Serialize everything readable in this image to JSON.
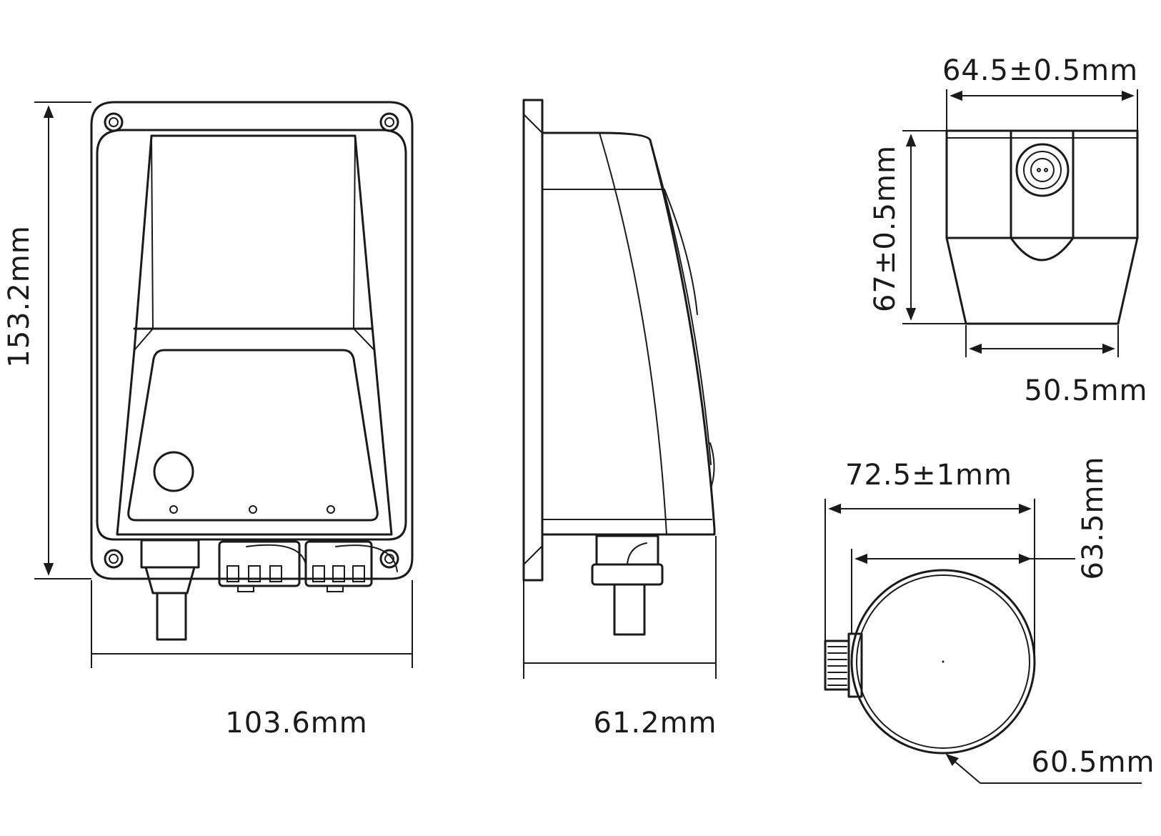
{
  "views": {
    "front": {
      "height_label": "153.2mm",
      "width_label": "103.6mm"
    },
    "side": {
      "depth_label": "61.2mm"
    },
    "top": {
      "width_label": "64.5±0.5mm",
      "height_label": "67±0.5mm",
      "bottom_width_label": "50.5mm"
    },
    "base": {
      "width_label": "72.5±1mm",
      "inner_width_label": "63.5mm",
      "diameter_label": "60.5mm"
    }
  },
  "colors": {
    "line": "#1a1a1a",
    "background": "#ffffff"
  }
}
